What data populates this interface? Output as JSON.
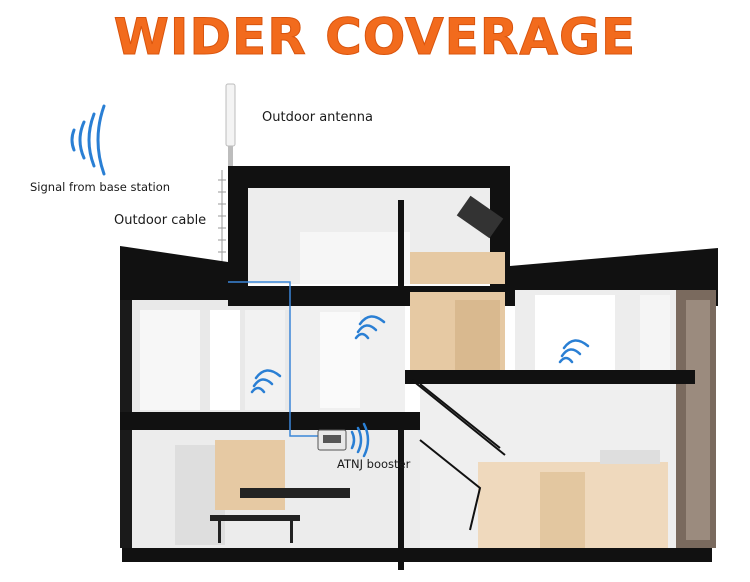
{
  "title": "WIDER COVERAGE",
  "labels": {
    "outdoor_antenna": "Outdoor antenna",
    "signal_from_base": "Signal from base station",
    "outdoor_cable": "Outdoor cable",
    "booster": "ATNJ booster"
  },
  "colors": {
    "title": "#f26b1d",
    "signal": "#2a7fd4",
    "cable": "#3a86d8",
    "wall": "#111111",
    "wood": "#e6c9a3"
  },
  "icons": [
    "signal-waves-icon",
    "antenna-icon",
    "booster-device-icon",
    "wifi-coverage-icon"
  ]
}
